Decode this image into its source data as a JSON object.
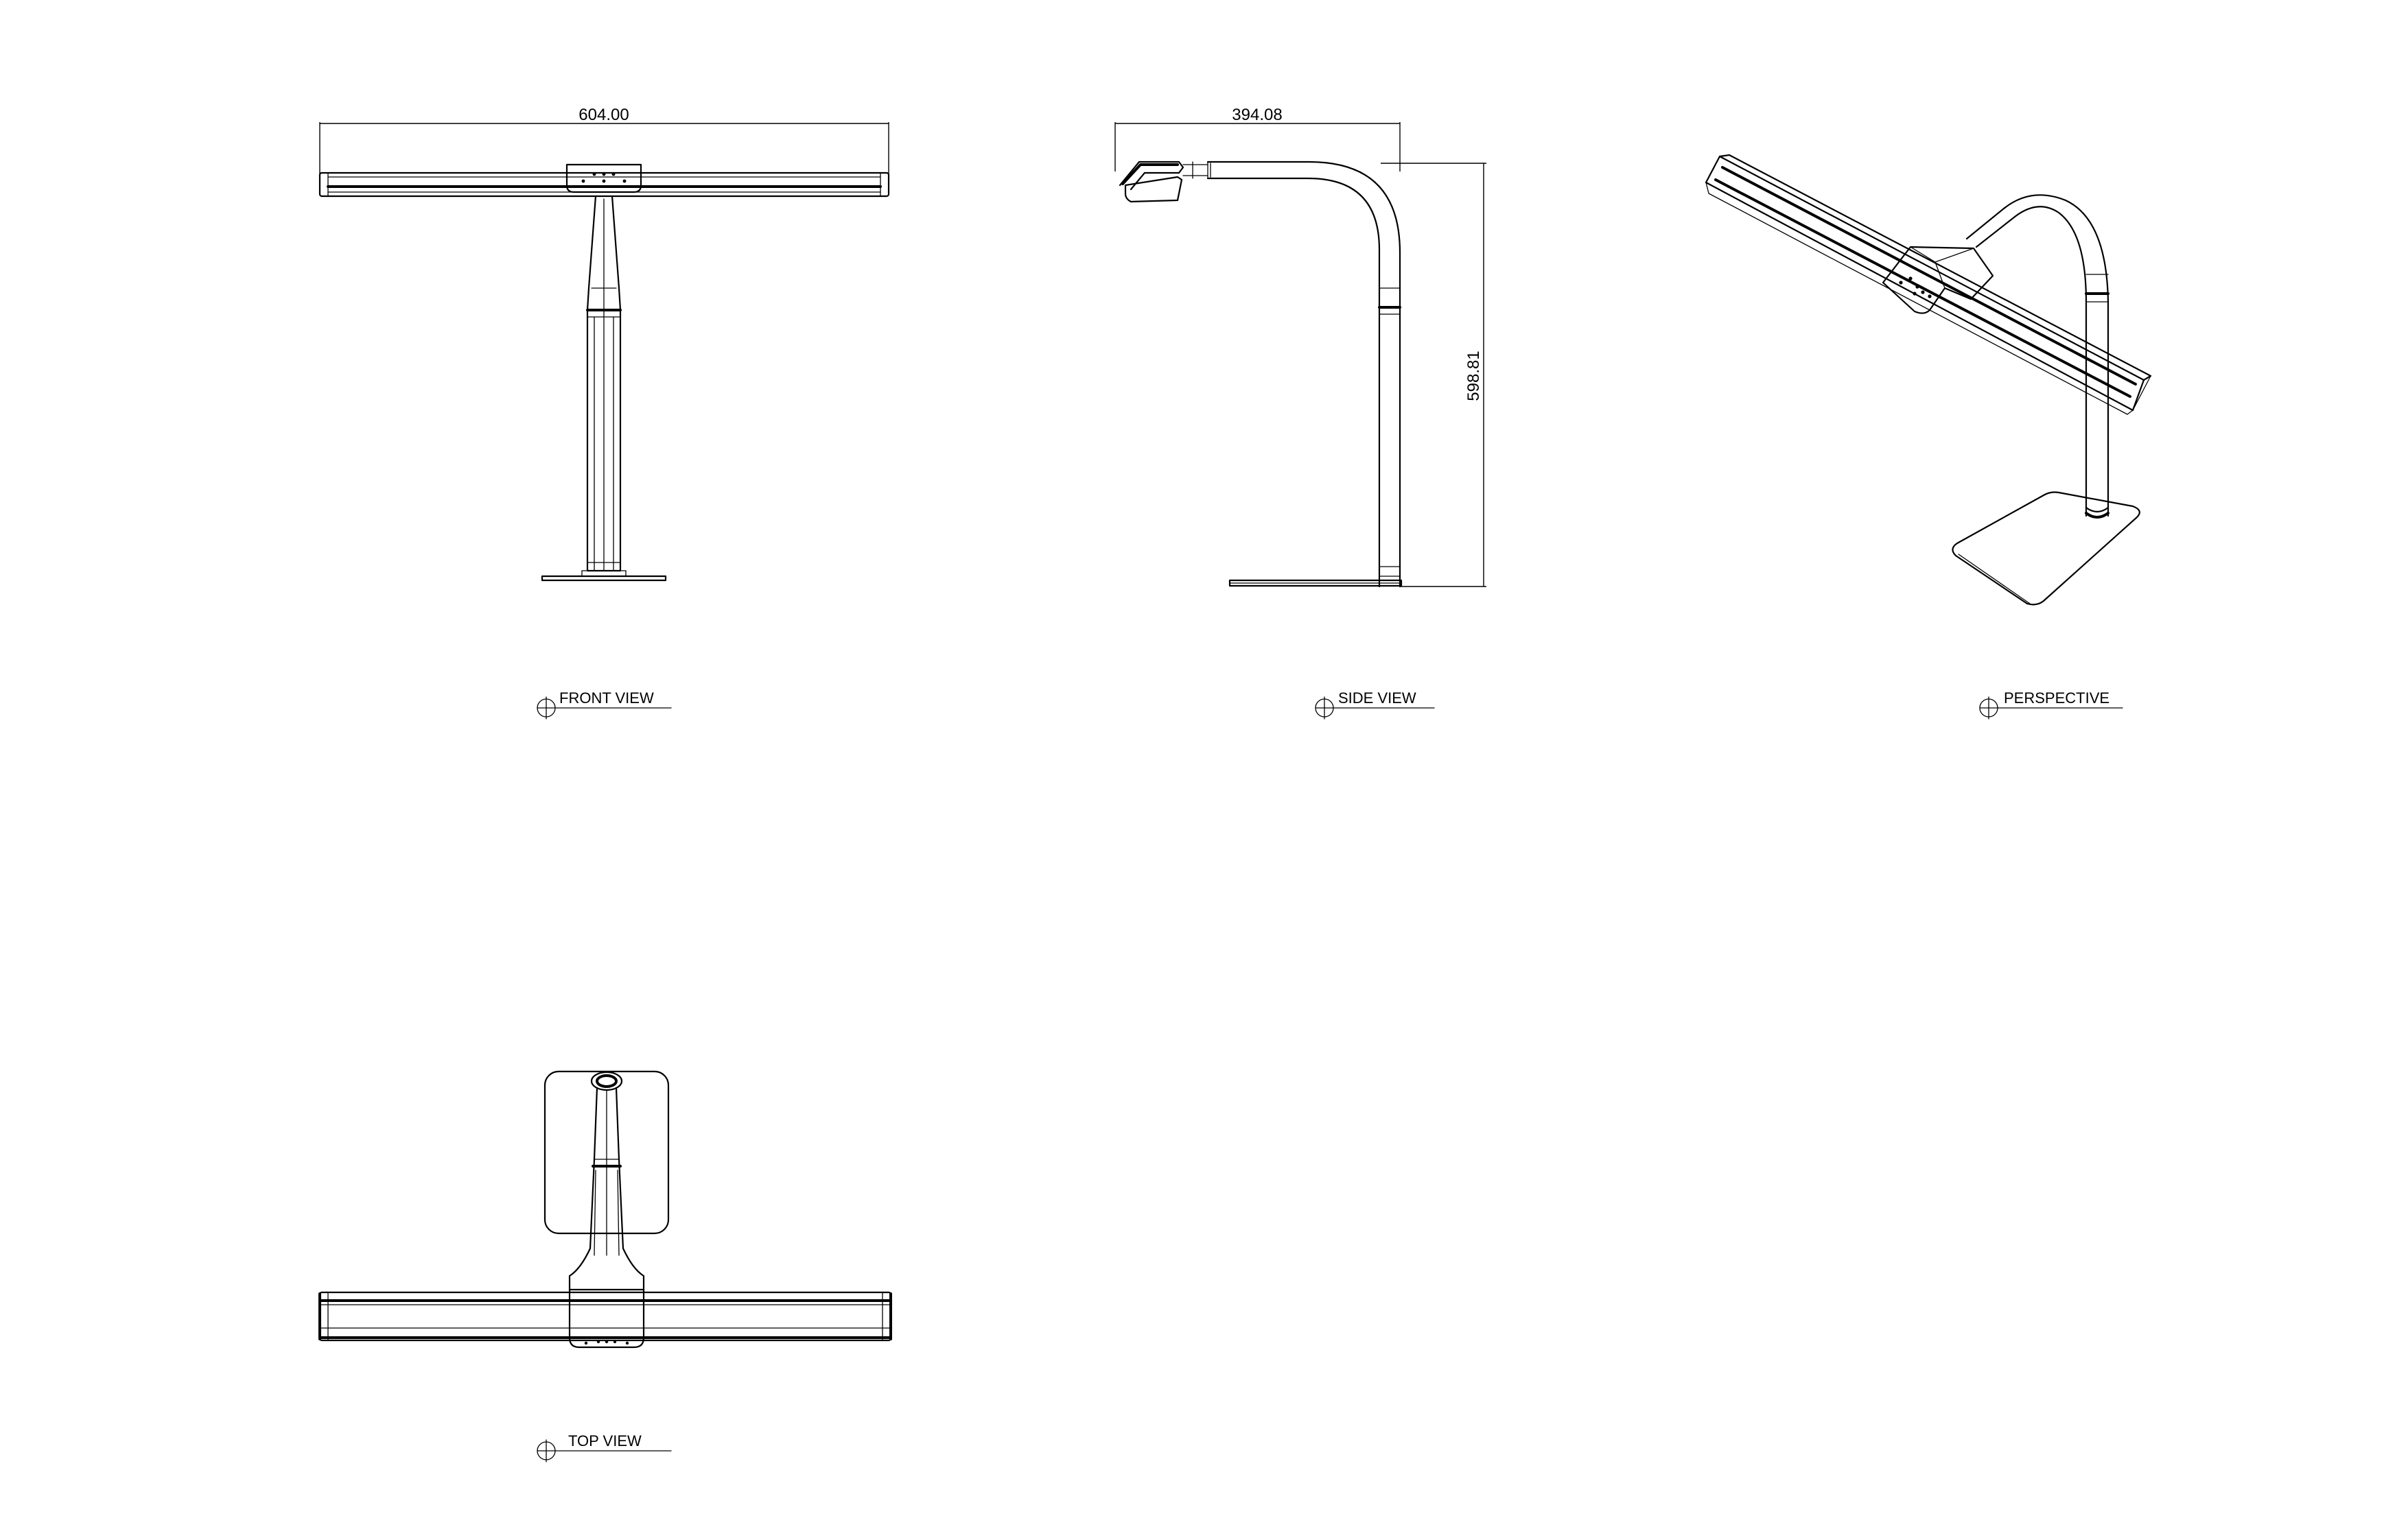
{
  "views": {
    "front": {
      "title": "FRONT VIEW",
      "width_dimension": "604.00"
    },
    "side": {
      "title": "SIDE VIEW",
      "width_dimension": "394.08",
      "height_dimension": "598.81"
    },
    "perspective": {
      "title": "PERSPECTIVE"
    },
    "top": {
      "title": "TOP VIEW"
    }
  },
  "colors": {
    "line": "#000000",
    "background": "#ffffff"
  }
}
